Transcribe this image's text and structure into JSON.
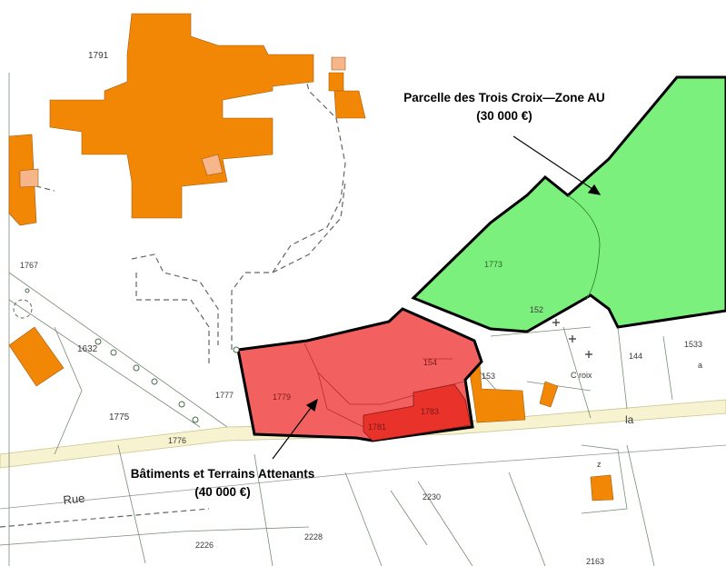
{
  "annotations": {
    "green_title": "Parcelle des Trois Croix—Zone AU",
    "green_price": "(30 000 €)",
    "red_title": "Bâtiments et Terrains Attenants",
    "red_price": "(40 000 €)"
  },
  "parcels": {
    "p1791": "1791",
    "p1767": "1767",
    "p1632": "1632",
    "p1775": "1775",
    "p1776": "1776",
    "p1777": "1777",
    "p1779": "1779",
    "p1781": "1781",
    "p1783": "1783",
    "p154": "154",
    "p153": "153",
    "p152": "152",
    "p1773": "1773",
    "p144": "144",
    "p1533": "1533",
    "pa": "a",
    "pz": "z",
    "p2230": "2230",
    "p2228": "2228",
    "p2226": "2226",
    "p2163": "2163"
  },
  "places": {
    "croix": "C roix",
    "rue": "Rue",
    "la": "la"
  },
  "colors": {
    "building": "#f28705",
    "building_light": "#f7b58a",
    "green_parcel": "#7cf07c",
    "red_parcel": "#f26060",
    "red_parcel_dark": "#e8322a",
    "road": "#f7f2cf"
  }
}
